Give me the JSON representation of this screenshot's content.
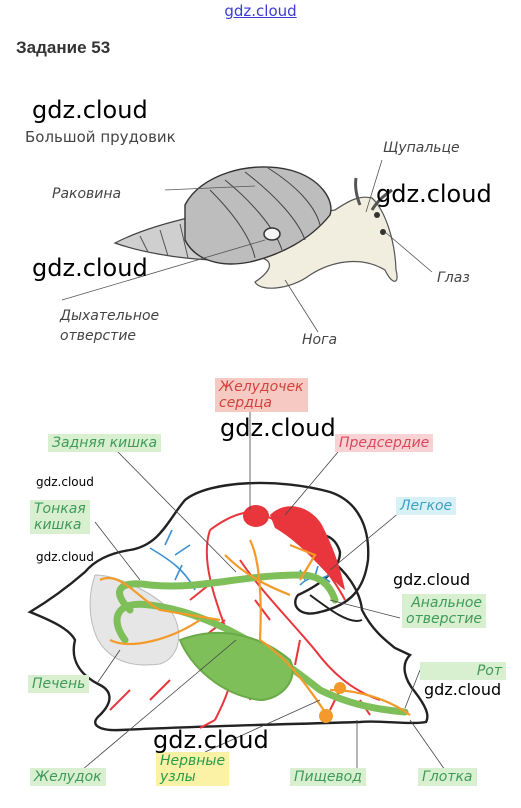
{
  "header": {
    "site": "gdz.cloud",
    "task": "Задание 53"
  },
  "watermark": "gdz.cloud",
  "snail": {
    "title": "Большой прудовик",
    "labels": {
      "shell": "Раковина",
      "tentacle": "Щупальце",
      "eye": "Глаз",
      "breathing_hole": [
        "Дыхательное",
        "отверстие"
      ],
      "foot": "Нога"
    }
  },
  "anatomy": {
    "labels": {
      "ventricle": [
        "Желудочек",
        "сердца"
      ],
      "hindgut": "Задняя кишка",
      "atrium": "Предсердие",
      "small_intestine": [
        "Тонкая",
        "кишка"
      ],
      "lung": "Легкое",
      "anal_opening": [
        "Анальное",
        "отверстие"
      ],
      "mouth": "Рот",
      "liver": "Печень",
      "stomach": "Желудок",
      "nerve_ganglia": [
        "Нервные",
        "узлы"
      ],
      "esophagus": "Пищевод",
      "pharynx": "Глотка"
    }
  },
  "colors": {
    "green": "#7fbf5a",
    "red": "#e8363c",
    "orange": "#f39a2a",
    "blue": "#3b8fd0"
  }
}
